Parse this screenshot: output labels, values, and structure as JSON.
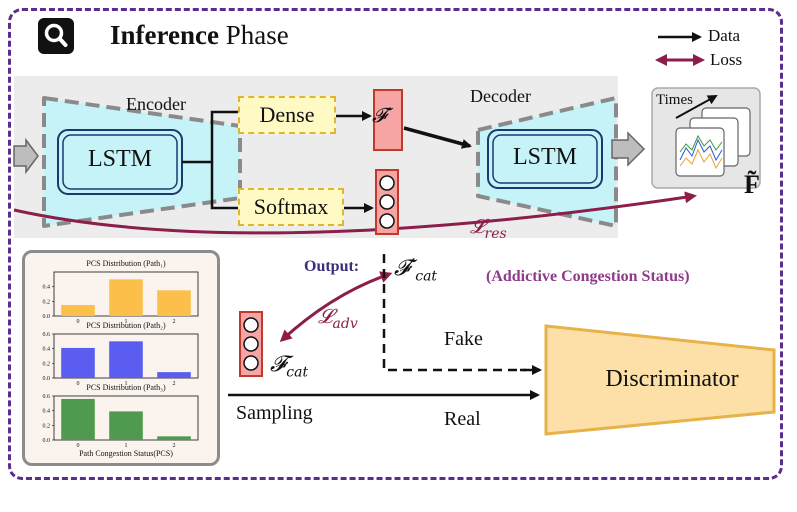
{
  "header": {
    "title_bold": "Inference",
    "title_rest": " Phase",
    "icon": "search-icon"
  },
  "legend": {
    "data_label": "Data",
    "loss_label": "Loss",
    "data_color": "#111111",
    "loss_color": "#8b1e4a"
  },
  "encoder": {
    "label": "Encoder",
    "block": "LSTM"
  },
  "decoder": {
    "label": "Decoder",
    "block": "LSTM"
  },
  "branches": {
    "dense": "Dense",
    "softmax": "Softmax"
  },
  "features": {
    "f_prime": "𝓕′",
    "f_cat_prime": "𝓕′",
    "f_cat_prime_sub": "cat",
    "f_cat": "𝓕",
    "f_cat_sub": "cat",
    "output_tilde_f": "F̃"
  },
  "timeseries": {
    "axis_label": "Times"
  },
  "losses": {
    "res": "𝓛",
    "res_sub": "res",
    "adv": "𝓛",
    "adv_sub": "adv"
  },
  "output": {
    "label": "Output:",
    "note": "(Addictive Congestion Status)"
  },
  "flow": {
    "fake": "Fake",
    "real": "Real",
    "sampling": "Sampling",
    "discriminator": "Discriminator"
  },
  "colors": {
    "frame": "#5b2d8e",
    "lstm_fill": "#c6f3f7",
    "yellow_box": "#fff9c4",
    "red_box": "#f7a4a4",
    "discriminator": "#fde0a8",
    "loss_arrow": "#8b1e4a",
    "bar_path1": "#fbbf4a",
    "bar_path2": "#5b5cf0",
    "bar_path3": "#4f9a4f"
  },
  "chart_data": [
    {
      "type": "bar",
      "title": "PCS Distribution (Path₁)",
      "categories": [
        "0",
        "1",
        "2"
      ],
      "values": [
        0.15,
        0.5,
        0.35
      ],
      "ylim": [
        0,
        0.6
      ],
      "yticks": [
        "0.0",
        "0.2",
        "0.4"
      ]
    },
    {
      "type": "bar",
      "title": "PCS Distribution (Path₂)",
      "categories": [
        "0",
        "1",
        "2"
      ],
      "values": [
        0.41,
        0.5,
        0.08
      ],
      "ylim": [
        0,
        0.6
      ],
      "yticks": [
        "0.0",
        "0.2",
        "0.4",
        "0.6"
      ]
    },
    {
      "type": "bar",
      "title": "PCS Distribution (Path₃)",
      "categories": [
        "0",
        "1",
        "2"
      ],
      "values": [
        0.56,
        0.39,
        0.05
      ],
      "ylim": [
        0,
        0.6
      ],
      "yticks": [
        "0.0",
        "0.2",
        "0.4",
        "0.6"
      ],
      "xlabel": "Path Congestion Status(PCS)"
    }
  ]
}
